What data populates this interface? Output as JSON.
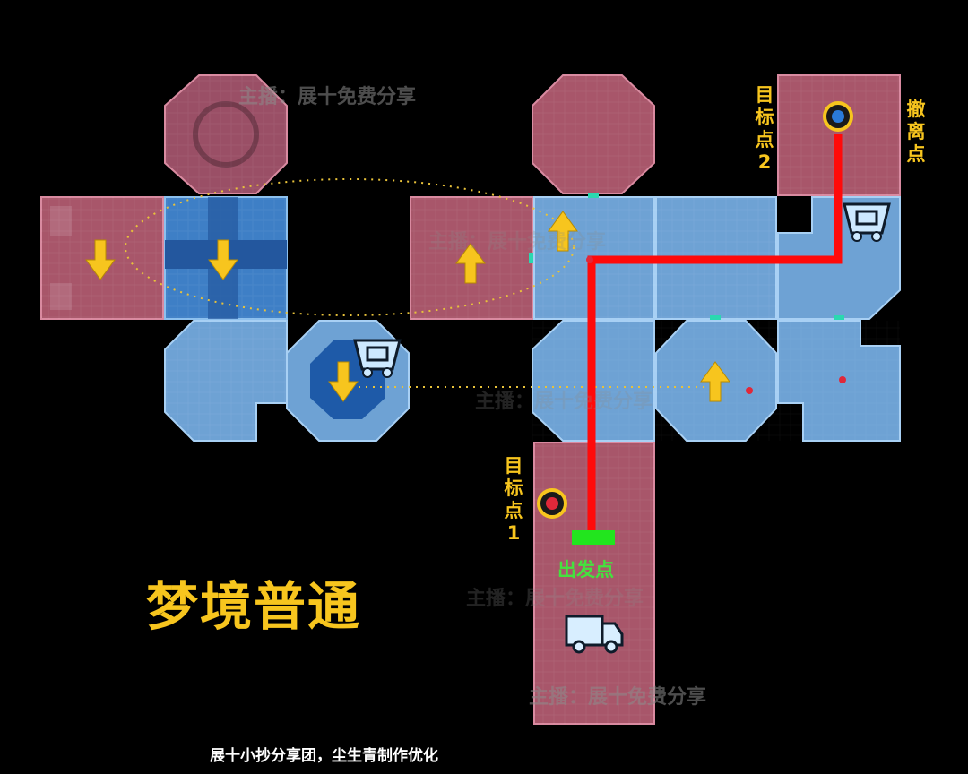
{
  "map_title": "梦境普通",
  "credit": "展十小抄分享团，尘生青制作优化",
  "watermark": "主播：展十免费分享",
  "labels": {
    "target1": "目标点1",
    "target2": "目标点2",
    "extract": "撤离点",
    "start": "出发点"
  },
  "colors": {
    "red_room": "#a8566a",
    "blue_room": "#6ea2d4",
    "dark_blue": "#2a66b8",
    "route": "#ff0a0a",
    "start_marker": "#22e51e",
    "arrow": "#f7c51e",
    "label": "#f7c51e",
    "background": "#000000"
  },
  "icons": [
    "down-arrow-icon",
    "up-arrow-icon",
    "mine-cart-icon",
    "truck-icon",
    "target-marker-icon"
  ]
}
